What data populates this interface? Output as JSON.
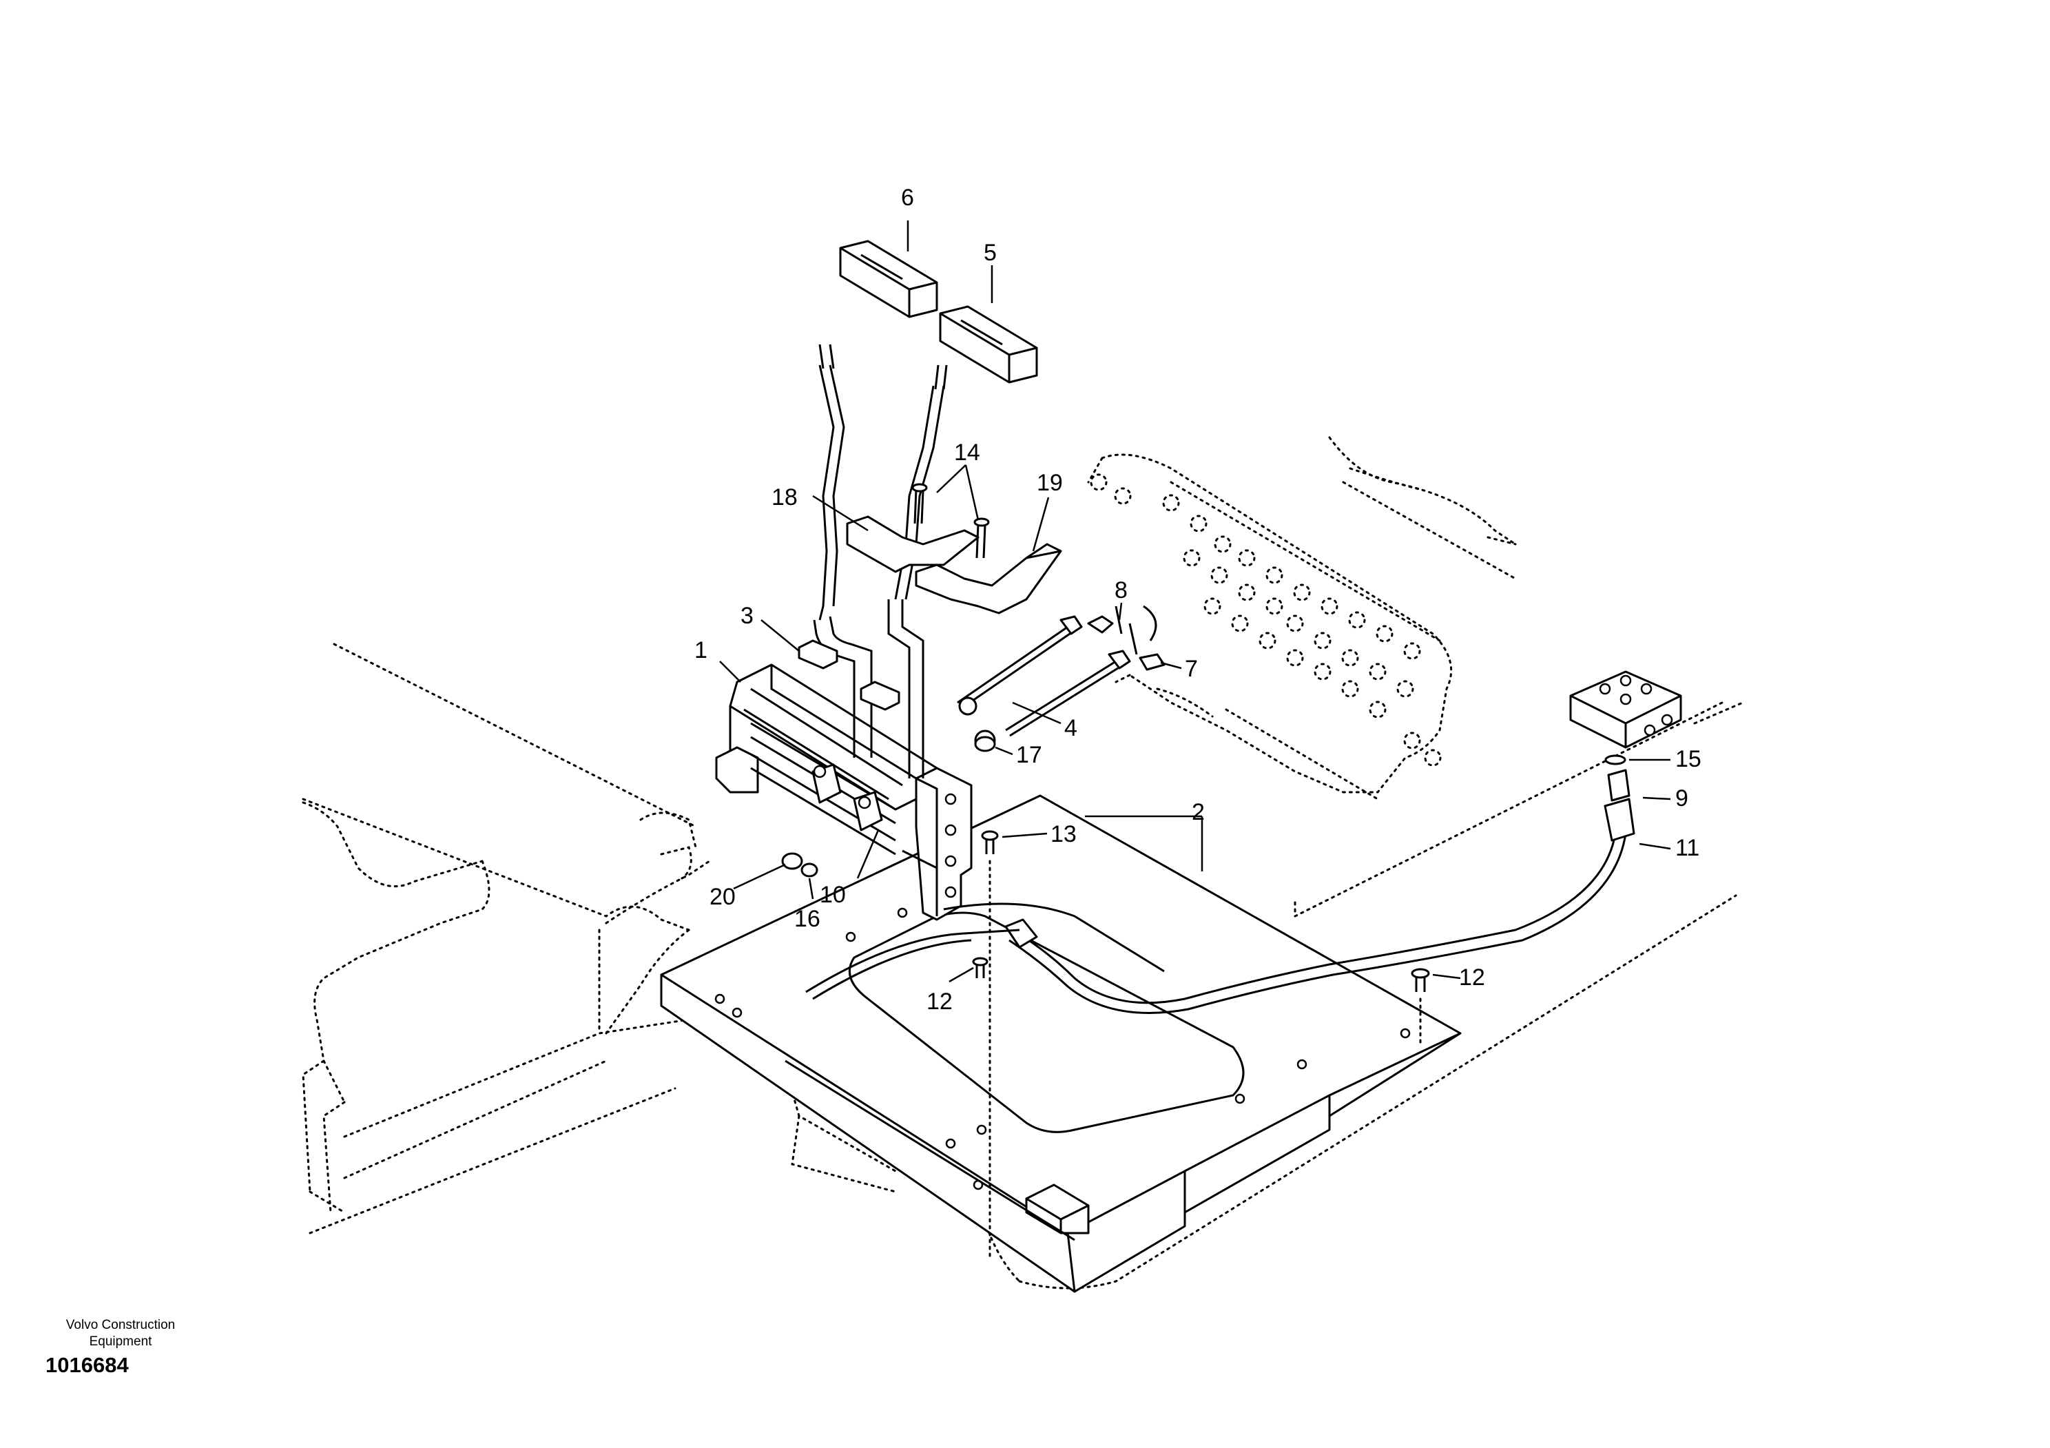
{
  "callouts": [
    {
      "id": "c1",
      "label": "1"
    },
    {
      "id": "c2",
      "label": "2"
    },
    {
      "id": "c3",
      "label": "3"
    },
    {
      "id": "c4",
      "label": "4"
    },
    {
      "id": "c5",
      "label": "5"
    },
    {
      "id": "c6",
      "label": "6"
    },
    {
      "id": "c7",
      "label": "7"
    },
    {
      "id": "c8",
      "label": "8"
    },
    {
      "id": "c9",
      "label": "9"
    },
    {
      "id": "c10",
      "label": "10"
    },
    {
      "id": "c11",
      "label": "11"
    },
    {
      "id": "c12a",
      "label": "12"
    },
    {
      "id": "c12b",
      "label": "12"
    },
    {
      "id": "c13",
      "label": "13"
    },
    {
      "id": "c14",
      "label": "14"
    },
    {
      "id": "c15",
      "label": "15"
    },
    {
      "id": "c16",
      "label": "16"
    },
    {
      "id": "c17",
      "label": "17"
    },
    {
      "id": "c18",
      "label": "18"
    },
    {
      "id": "c19",
      "label": "19"
    },
    {
      "id": "c20",
      "label": "20"
    }
  ],
  "footer": {
    "caption_line1": "Volvo Construction",
    "caption_line2": "Equipment",
    "document_number": "1016684"
  }
}
